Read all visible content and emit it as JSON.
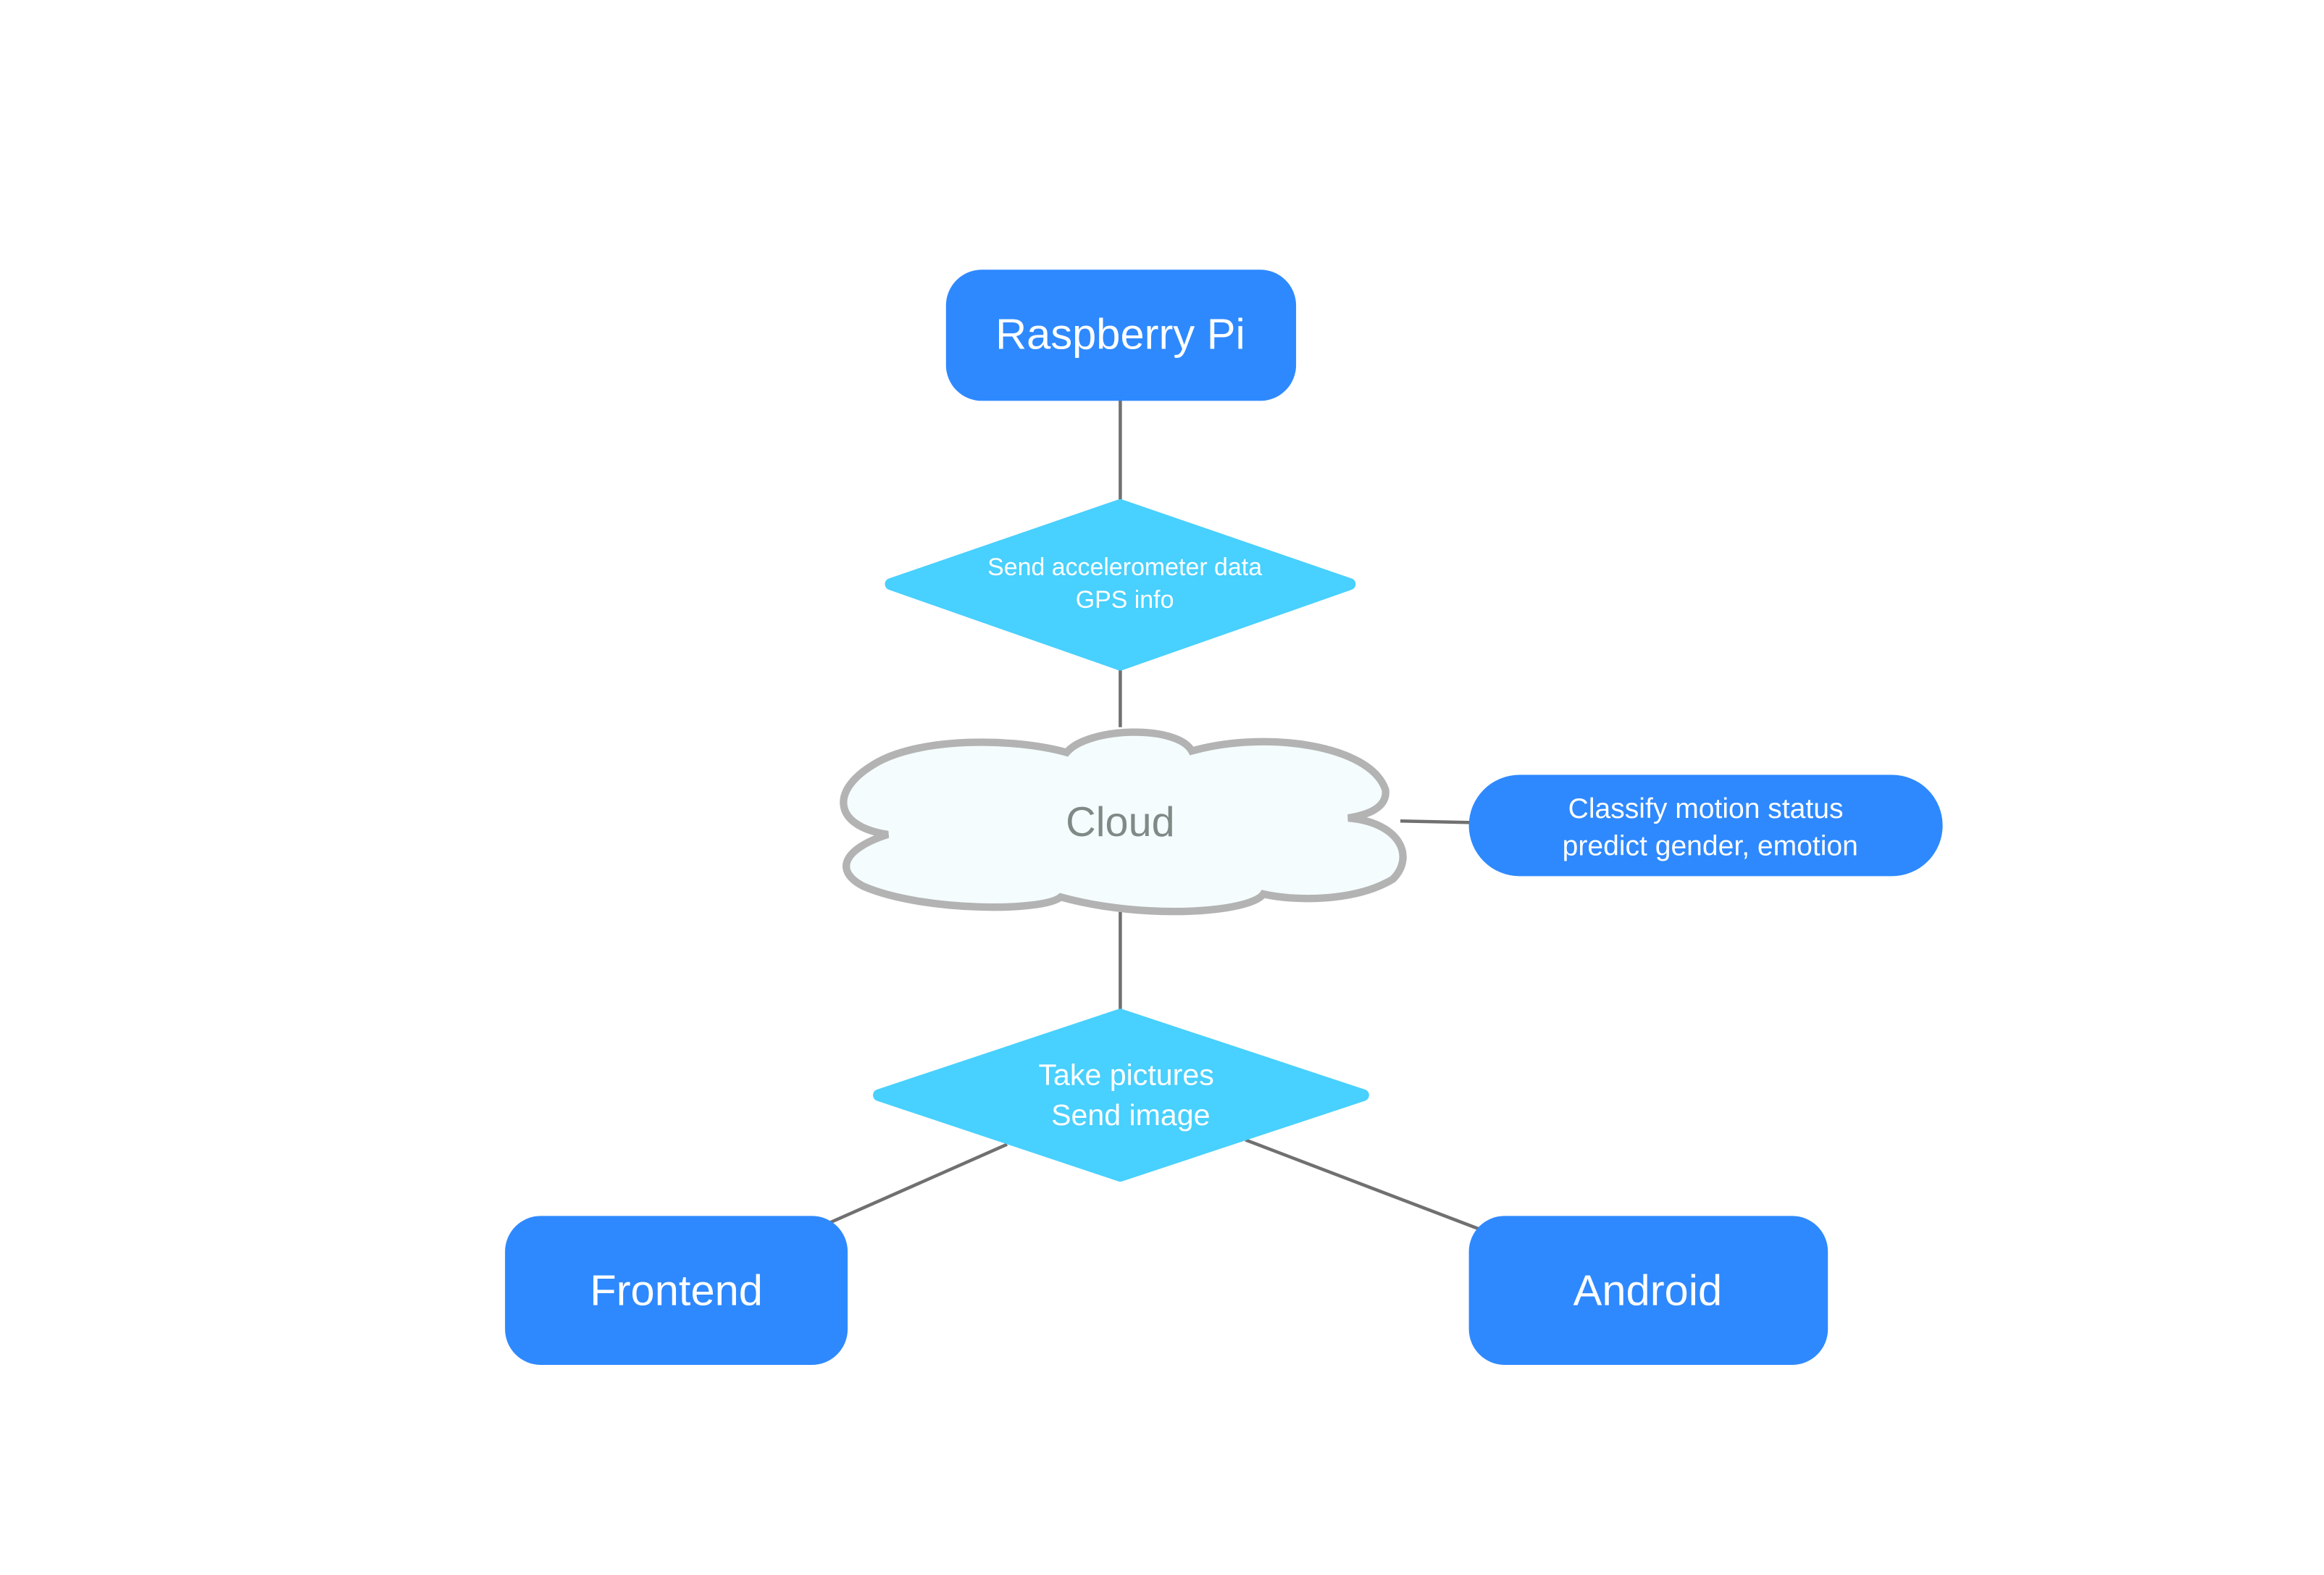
{
  "diagram": {
    "nodes": {
      "raspberry_pi": {
        "label": "Raspberry Pi",
        "shape": "rounded-rectangle"
      },
      "send_data": {
        "lines": [
          "Send accelerometer data",
          "GPS info"
        ],
        "shape": "diamond"
      },
      "cloud": {
        "label": "Cloud",
        "shape": "cloud"
      },
      "classify": {
        "lines": [
          "Classify motion status",
          "predict gender, emotion"
        ],
        "shape": "pill"
      },
      "take_pictures": {
        "lines": [
          "Take pictures",
          "Send image"
        ],
        "shape": "diamond"
      },
      "frontend": {
        "label": "Frontend",
        "shape": "rounded-rectangle"
      },
      "android": {
        "label": "Android",
        "shape": "rounded-rectangle"
      }
    },
    "edges": [
      {
        "from": "raspberry_pi",
        "to": "send_data"
      },
      {
        "from": "send_data",
        "to": "cloud"
      },
      {
        "from": "cloud",
        "to": "classify"
      },
      {
        "from": "cloud",
        "to": "take_pictures"
      },
      {
        "from": "take_pictures",
        "to": "frontend"
      },
      {
        "from": "take_pictures",
        "to": "android"
      }
    ],
    "colors": {
      "box": "#2e89ff",
      "diamond": "#48d0fe",
      "cloud_fill": "#f4fcfd",
      "cloud_stroke": "#b3b3b3",
      "cloud_text": "#7f8a87",
      "edge": "#707070",
      "text": "#ffffff"
    }
  }
}
